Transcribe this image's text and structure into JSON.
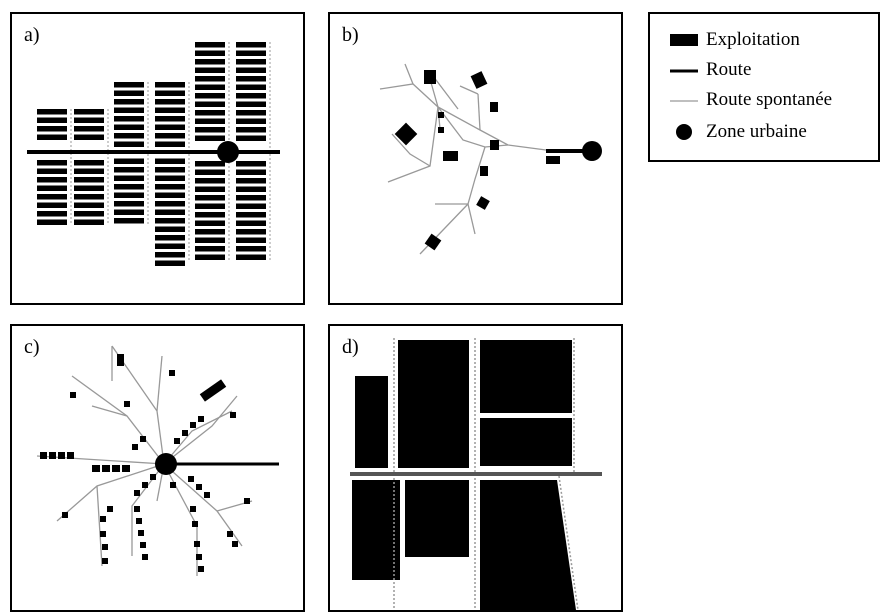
{
  "panels": {
    "a": {
      "label": "a)"
    },
    "b": {
      "label": "b)"
    },
    "c": {
      "label": "c)"
    },
    "d": {
      "label": "d)"
    }
  },
  "legend": {
    "items": [
      {
        "symbol": "exploitation-icon",
        "label": "Exploitation"
      },
      {
        "symbol": "route-icon",
        "label": "Route"
      },
      {
        "symbol": "route-spontanee-icon",
        "label": "Route spontanée"
      },
      {
        "symbol": "zone-urbaine-icon",
        "label": "Zone urbaine"
      }
    ]
  },
  "colors": {
    "ink": "#000000",
    "spontaneous_road": "#999999",
    "background": "#ffffff"
  }
}
